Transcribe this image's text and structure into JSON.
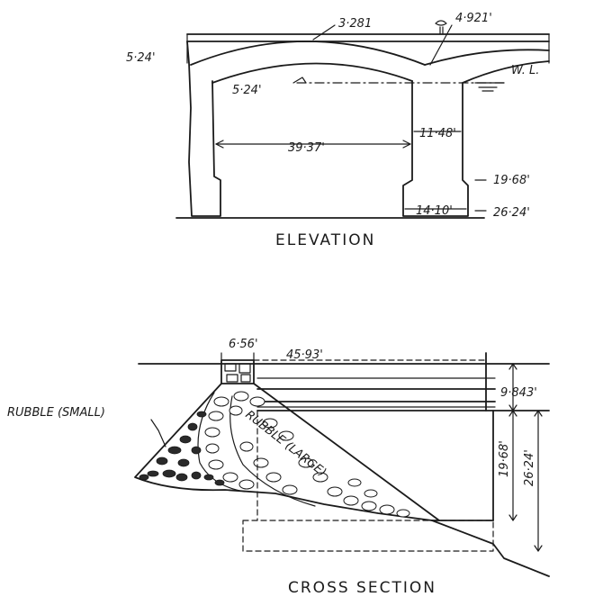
{
  "elevation": {
    "title": "ELEVATION",
    "dimensions": {
      "arch_thickness": "3·281",
      "pier_top": "4·921'",
      "left_top": "5·24'",
      "spring": "5·24'",
      "span": "39·37'",
      "pier_width": "11·48'",
      "base_width": "14·10'",
      "depth_a": "19·68'",
      "depth_b": "26·24'"
    },
    "water_level": "W. L."
  },
  "cross_section": {
    "title": "CROSS SECTION",
    "dimensions": {
      "crown_width": "6·56'",
      "length": "45·93'",
      "deck_depth": "9·843'",
      "height_a": "19·68'",
      "height_b": "26·24'"
    },
    "rubble_small": "RUBBLE (SMALL)",
    "rubble_large": "RUBBLE (LARGE)"
  }
}
